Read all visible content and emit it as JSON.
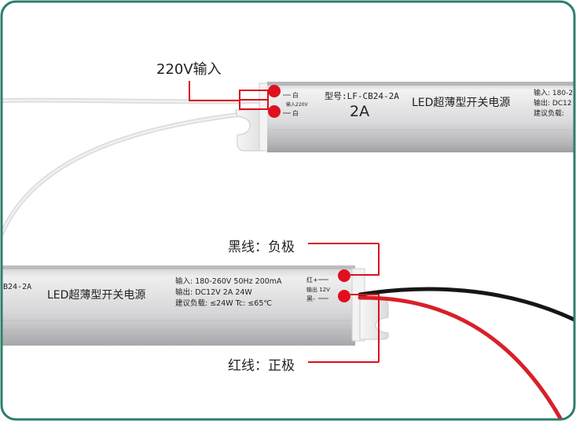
{
  "callouts": {
    "input_220v": "220V输入",
    "black_wire": "黑线：负极",
    "red_wire": "红线：正极"
  },
  "top_unit": {
    "terminal_1": "白",
    "terminal_2": "白",
    "input_note": "输入220V",
    "model": "型号:LF-CB24-2A",
    "current": "2A",
    "product_name": "LED超薄型开关电源",
    "spec_in": "输入: 180-2",
    "spec_out": "输出: DC12",
    "spec_load": "建议负载:"
  },
  "bottom_unit": {
    "model_part": "B24-2A",
    "product_name": "LED超薄型开关电源",
    "spec_in": "输入: 180-260V  50Hz  200mA",
    "spec_out": "输出: DC12V  2A  24W",
    "spec_load": "建议负载: ≤24W   Tc: ≤65℃",
    "term_pos": "红+",
    "term_out": "输出 12V",
    "term_neg": "黑-"
  },
  "colors": {
    "border": "#2e7d6e",
    "callout_line": "#d9111f",
    "dot": "#e0101e",
    "red_wire": "#d8202a",
    "black_wire": "#161616",
    "white_wire": "#e2e2e6",
    "housing": "#d6d6d8"
  }
}
